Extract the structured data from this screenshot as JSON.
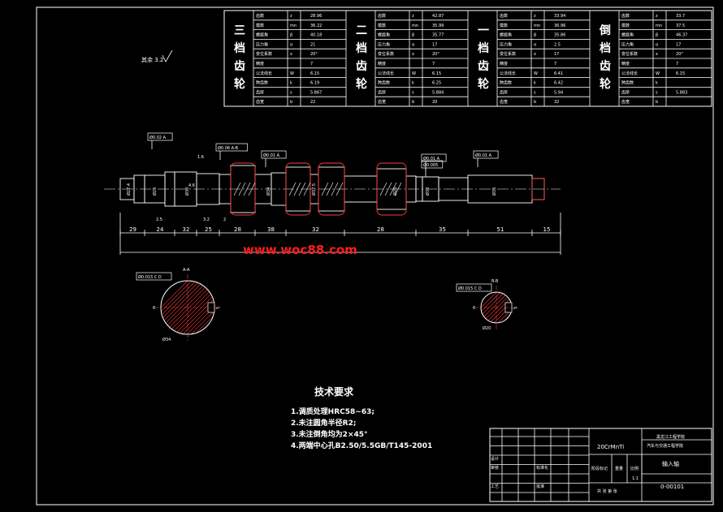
{
  "gears": [
    {
      "name": "三档齿轮",
      "chars": [
        "三",
        "档",
        "齿",
        "轮"
      ],
      "rows": [
        [
          "齿数",
          "z",
          "28.96"
        ],
        [
          "模数",
          "mn",
          "36.22"
        ],
        [
          "螺旋角",
          "β",
          "40.18"
        ],
        [
          "压力角",
          "α",
          "21"
        ],
        [
          "变位系数",
          "x",
          "20°"
        ],
        [
          "精度",
          "",
          "7"
        ],
        [
          "公法线长",
          "W",
          "6.15"
        ],
        [
          "跨齿数",
          "k",
          "6.19"
        ],
        [
          "齿厚",
          "s",
          "5.867"
        ],
        [
          "齿宽",
          "b",
          "22"
        ]
      ]
    },
    {
      "name": "二档齿轮",
      "chars": [
        "二",
        "档",
        "齿",
        "轮"
      ],
      "rows": [
        [
          "齿数",
          "z",
          "42.87"
        ],
        [
          "模数",
          "mn",
          "35.99"
        ],
        [
          "螺旋角",
          "β",
          "35.77"
        ],
        [
          "压力角",
          "α",
          "17"
        ],
        [
          "变位系数",
          "x",
          "20°"
        ],
        [
          "精度",
          "",
          "7"
        ],
        [
          "公法线长",
          "W",
          "6.15"
        ],
        [
          "跨齿数",
          "k",
          "6.25"
        ],
        [
          "齿厚",
          "s",
          "5.884"
        ],
        [
          "齿宽",
          "b",
          "20"
        ]
      ]
    },
    {
      "name": "一档齿轮",
      "chars": [
        "一",
        "档",
        "齿",
        "轮"
      ],
      "rows": [
        [
          "齿数",
          "z",
          "33.94"
        ],
        [
          "模数",
          "mn",
          "36.96"
        ],
        [
          "螺旋角",
          "β",
          "35.86"
        ],
        [
          "压力角",
          "α",
          "2.5"
        ],
        [
          "变位系数",
          "x",
          "17"
        ],
        [
          "精度",
          "",
          "7"
        ],
        [
          "公法线长",
          "W",
          "6.41"
        ],
        [
          "跨齿数",
          "k",
          "6.42"
        ],
        [
          "齿厚",
          "s",
          "5.94"
        ],
        [
          "齿宽",
          "b",
          "32"
        ]
      ]
    },
    {
      "name": "倒档齿轮",
      "chars": [
        "倒",
        "档",
        "齿",
        "轮"
      ],
      "rows": [
        [
          "齿数",
          "z",
          "33.7"
        ],
        [
          "模数",
          "mn",
          "37.5"
        ],
        [
          "螺旋角",
          "β",
          "46.37"
        ],
        [
          "压力角",
          "α",
          "17"
        ],
        [
          "变位系数",
          "x",
          "20°"
        ],
        [
          "精度",
          "",
          "7"
        ],
        [
          "公法线长",
          "W",
          "6.15"
        ],
        [
          "跨齿数",
          "k",
          ""
        ],
        [
          "齿厚",
          "s",
          "5.883"
        ],
        [
          "齿宽",
          "b",
          ""
        ]
      ]
    }
  ],
  "roughness_note": "其余 3.2",
  "dimensions": {
    "segments": [
      "29",
      "24",
      "32",
      "25",
      "28",
      "38",
      "32",
      "28",
      "35",
      "51",
      "15"
    ],
    "small": [
      "2.5",
      "3.2",
      "4.6",
      "1.6",
      "2"
    ],
    "diameters": [
      "Ø27.4",
      "Ø25",
      "Ø30",
      "Ø34",
      "Ø37.5",
      "Ø25",
      "Ø30",
      "Ø35"
    ]
  },
  "tolerance_frames": [
    "Ø0.02 A",
    "Ø0.06 A-B",
    "Ø0.01 A",
    "Ø0.01 A",
    "Ø0.01 A",
    "Ø0.005"
  ],
  "sections": {
    "a": {
      "label": "A-A",
      "frame": "Ø0.015 C D",
      "dims": [
        "6",
        "Ø34",
        "5"
      ]
    },
    "b": {
      "label": "B-B",
      "frame": "Ø0.015 C D",
      "dims": [
        "6",
        "Ø20",
        "5"
      ]
    }
  },
  "watermark": "www.woc88.com",
  "tech_requirements": {
    "title": "技术要求",
    "items": [
      "1.调质处理HRC58~63;",
      "2.未注圆角半径R2;",
      "3.未注倒角均为2×45°",
      "4.两端中心孔B2.50/5.5GB/T145-2001"
    ]
  },
  "title_block": {
    "material": "20CrMnTi",
    "school": "黑龙江工程学院",
    "department": "汽车与交通工程学院",
    "part_name": "输入轴",
    "drawing_no": "0-00101",
    "labels": {
      "design": "设计",
      "review": "审核",
      "process": "工艺",
      "standard": "标准化",
      "approve": "批准",
      "mark": "阶段标记",
      "weight": "重量",
      "scale": "比例",
      "scale_val": "1:1",
      "sheets": "共 张 第 张"
    }
  }
}
